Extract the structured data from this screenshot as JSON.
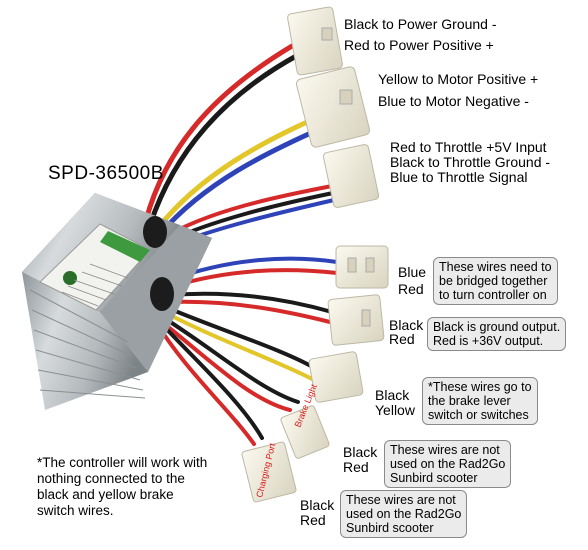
{
  "model": "SPD-36500B",
  "connectors": {
    "power": [
      "Black to Power Ground -",
      "Red to Power Positive +"
    ],
    "motor": [
      "Yellow to Motor Positive +",
      "Blue to Motor Negative -"
    ],
    "throttle": [
      "Red to Throttle +5V Input",
      "Black to Throttle Ground -",
      "Blue to Throttle Signal"
    ]
  },
  "wire_pairs": [
    {
      "colors": [
        "Blue",
        "Red"
      ],
      "note": [
        "These wires need to",
        "be bridged together",
        "to turn controller on"
      ]
    },
    {
      "colors": [
        "Black",
        "Red"
      ],
      "note": [
        "Black is ground output.",
        "Red is +36V output."
      ]
    },
    {
      "colors": [
        "Black",
        "Yellow"
      ],
      "note": [
        "*These wires go to",
        "the brake lever",
        "switch or switches"
      ]
    },
    {
      "colors": [
        "Black",
        "Red"
      ],
      "note": [
        "These wires are not",
        "used on the Rad2Go",
        "Sunbird scooter"
      ]
    },
    {
      "colors": [
        "Black",
        "Red"
      ],
      "note": [
        "These wires are not",
        "used on the Rad2Go",
        "Sunbird scooter"
      ]
    }
  ],
  "plug_labels": {
    "brake": "Brake Light",
    "charging": "Charging Port"
  },
  "footnote": [
    "*The controller will work with",
    "nothing connected to the",
    "black and yellow brake",
    "switch wires."
  ],
  "colors": {
    "red_wire": "#d62a2a",
    "black_wire": "#1a1a1a",
    "blue_wire": "#2f43b8",
    "yellow_wire": "#e2c62a",
    "connector": "#f4f1e4",
    "note_bg": "#ebebeb",
    "plug_text": "#d61a1a"
  }
}
